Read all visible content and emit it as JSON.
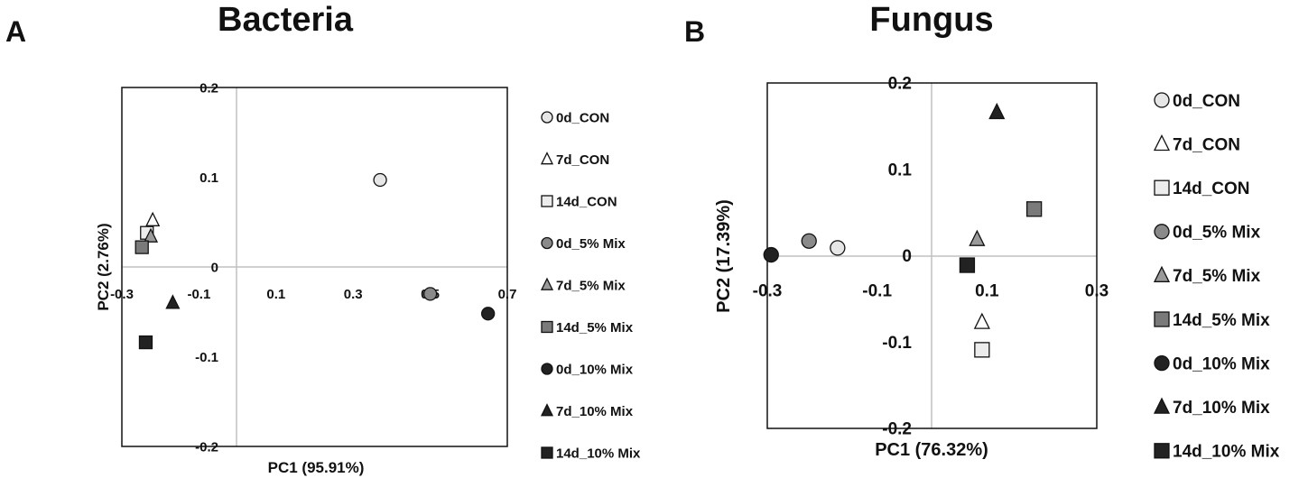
{
  "chart_data": [
    {
      "type": "scatter",
      "panel_label": "A",
      "title": "Bacteria",
      "xlabel": "PC1 (95.91%)",
      "ylabel": "PC2 (2.76%)",
      "xlim": [
        -0.3,
        0.7
      ],
      "ylim": [
        -0.2,
        0.2
      ],
      "xticks": [
        "-0.3",
        "-0.1",
        "0.1",
        "0.3",
        "0.5",
        "0.7"
      ],
      "yticks": [
        "-0.2",
        "-0.1",
        "0",
        "0.1",
        "0.2"
      ],
      "series": [
        {
          "name": "0d_CON",
          "marker": "circle",
          "color": "#e6e6e6",
          "x": 0.37,
          "y": 0.097
        },
        {
          "name": "7d_CON",
          "marker": "triangle",
          "color": "#ffffff",
          "x": -0.22,
          "y": 0.052
        },
        {
          "name": "14d_CON",
          "marker": "square",
          "color": "#ececec",
          "x": -0.235,
          "y": 0.038
        },
        {
          "name": "0d_5% Mix",
          "marker": "circle",
          "color": "#8a8a8a",
          "x": 0.5,
          "y": -0.03
        },
        {
          "name": "7d_5% Mix",
          "marker": "triangle",
          "color": "#9a9a9a",
          "x": -0.225,
          "y": 0.034
        },
        {
          "name": "14d_5% Mix",
          "marker": "square",
          "color": "#7a7a7a",
          "x": -0.248,
          "y": 0.022
        },
        {
          "name": "0d_10% Mix",
          "marker": "circle",
          "color": "#222222",
          "x": 0.65,
          "y": -0.052
        },
        {
          "name": "7d_10% Mix",
          "marker": "triangle",
          "color": "#222222",
          "x": -0.168,
          "y": -0.04
        },
        {
          "name": "14d_10% Mix",
          "marker": "square",
          "color": "#222222",
          "x": -0.238,
          "y": -0.084
        }
      ]
    },
    {
      "type": "scatter",
      "panel_label": "B",
      "title": "Fungus",
      "xlabel": "PC1 (76.32%)",
      "ylabel": "PC2 (17.39%)",
      "xlim": [
        -0.3,
        0.3
      ],
      "ylim": [
        -0.2,
        0.2
      ],
      "xticks": [
        "-0.3",
        "-0.1",
        "0.1",
        "0.3"
      ],
      "yticks": [
        "-0.2",
        "-0.1",
        "0",
        "0.1",
        "0.2"
      ],
      "series": [
        {
          "name": "0d_CON",
          "marker": "circle",
          "color": "#e6e6e6",
          "x": -0.172,
          "y": 0.009
        },
        {
          "name": "7d_CON",
          "marker": "triangle",
          "color": "#ffffff",
          "x": 0.091,
          "y": -0.077
        },
        {
          "name": "14d_CON",
          "marker": "square",
          "color": "#ececec",
          "x": 0.091,
          "y": -0.109
        },
        {
          "name": "0d_5% Mix",
          "marker": "circle",
          "color": "#8a8a8a",
          "x": -0.224,
          "y": 0.017
        },
        {
          "name": "7d_5% Mix",
          "marker": "triangle",
          "color": "#9a9a9a",
          "x": 0.082,
          "y": 0.019
        },
        {
          "name": "14d_5% Mix",
          "marker": "square",
          "color": "#7a7a7a",
          "x": 0.186,
          "y": 0.054
        },
        {
          "name": "0d_10% Mix",
          "marker": "circle",
          "color": "#222222",
          "x": -0.293,
          "y": 0.001
        },
        {
          "name": "7d_10% Mix",
          "marker": "triangle",
          "color": "#222222",
          "x": 0.118,
          "y": 0.166
        },
        {
          "name": "14d_10% Mix",
          "marker": "square",
          "color": "#222222",
          "x": 0.064,
          "y": -0.011
        }
      ]
    }
  ]
}
